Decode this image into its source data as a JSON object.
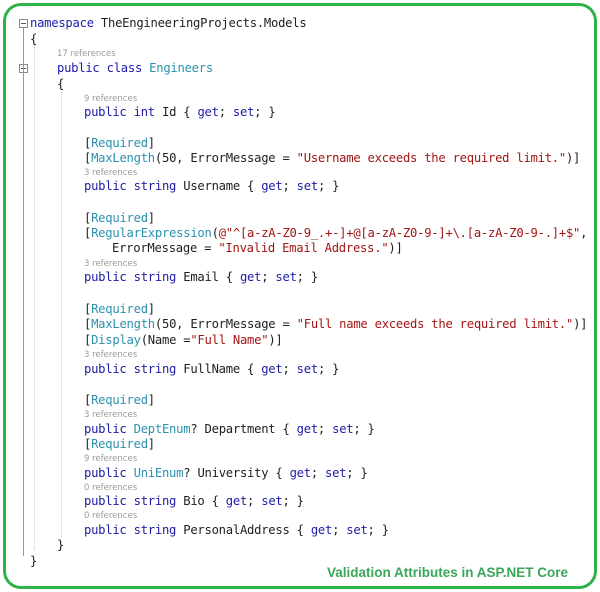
{
  "caption": "Validation Attributes in ASP.NET Core",
  "code": {
    "namespace_kw": "namespace",
    "namespace_name": "TheEngineeringProjects.Models",
    "open_brace": "{",
    "close_brace": "}",
    "class_refs": "17 references",
    "class_public": "public",
    "class_kw": "class",
    "class_name": "Engineers",
    "properties": [
      {
        "refs": "9 references",
        "decl_mod": "public",
        "decl_type": "int",
        "decl_name": "Id",
        "accessors_open": " { ",
        "get": "get",
        "set": "set"
      },
      {
        "attr1": "Required",
        "attr2_name": "MaxLength",
        "attr2_args": "(50, ErrorMessage = ",
        "attr2_str": "\"Username exceeds the required limit.\"",
        "attr2_close": ")]",
        "refs": "3 references",
        "decl_mod": "public",
        "decl_type": "string",
        "decl_name": "Username"
      },
      {
        "attr1": "Required",
        "attr2_name": "RegularExpression",
        "attr2_args": "(",
        "attr2_str": "@\"^[a-zA-Z0-9_.+-]+@[a-zA-Z0-9-]+\\.[a-zA-Z0-9-.]+$\"",
        "attr2_comma": ",",
        "attr2_cont": "ErrorMessage = ",
        "attr2_str2": "\"Invalid Email Address.\"",
        "attr2_close": ")]",
        "refs": "3 references",
        "decl_mod": "public",
        "decl_type": "string",
        "decl_name": "Email"
      },
      {
        "attr1": "Required",
        "attr2_name": "MaxLength",
        "attr2_args": "(50, ErrorMessage = ",
        "attr2_str": "\"Full name exceeds the required limit.\"",
        "attr2_close": ")]",
        "attr3_name": "Display",
        "attr3_args": "(Name =",
        "attr3_str": "\"Full Name\"",
        "attr3_close": ")]",
        "refs": "3 references",
        "decl_mod": "public",
        "decl_type": "string",
        "decl_name": "FullName"
      },
      {
        "attr1": "Required",
        "refs": "3 references",
        "decl_mod": "public",
        "decl_type": "DeptEnum",
        "decl_name": "Department"
      },
      {
        "attr1": "Required",
        "refs": "9 references",
        "decl_mod": "public",
        "decl_type": "UniEnum",
        "decl_name": "University"
      },
      {
        "refs": "0 references",
        "decl_mod": "public",
        "decl_type": "string",
        "decl_name": "Bio"
      },
      {
        "refs": "0 references",
        "decl_mod": "public",
        "decl_type": "string",
        "decl_name": "PersonalAddress"
      }
    ],
    "get_kw": "get",
    "set_kw": "set"
  },
  "icons": {
    "fold_namespace": "collapse-icon",
    "fold_class": "collapse-icon"
  },
  "colors": {
    "frame": "#2fb24a",
    "caption": "#3aa65a",
    "keyword": "#1c1ca8",
    "type": "#2b91af",
    "string": "#a31515",
    "lens": "#9a9a9a"
  }
}
